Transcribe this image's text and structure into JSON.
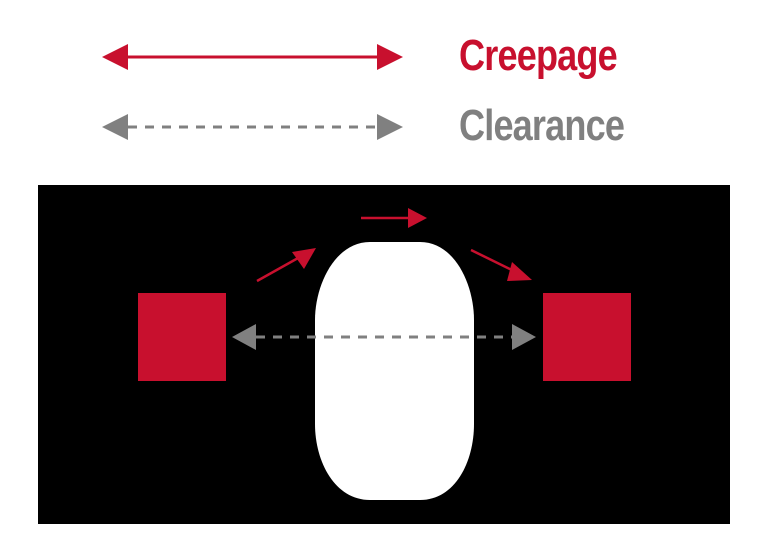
{
  "legend": {
    "creepage": {
      "label": "Creepage",
      "color": "#c8102e",
      "line_style": "solid"
    },
    "clearance": {
      "label": "Clearance",
      "color": "#808080",
      "line_style": "dashed"
    }
  },
  "diagram": {
    "board_color": "#000000",
    "pad_color": "#c8102e",
    "slot_color": "#ffffff",
    "elements": [
      "left conductor pad",
      "insulating slot",
      "right conductor pad"
    ],
    "creepage_path": "arrows over the top of the slot from left pad to right pad",
    "clearance_path": "dashed double arrow straight across between pads"
  }
}
